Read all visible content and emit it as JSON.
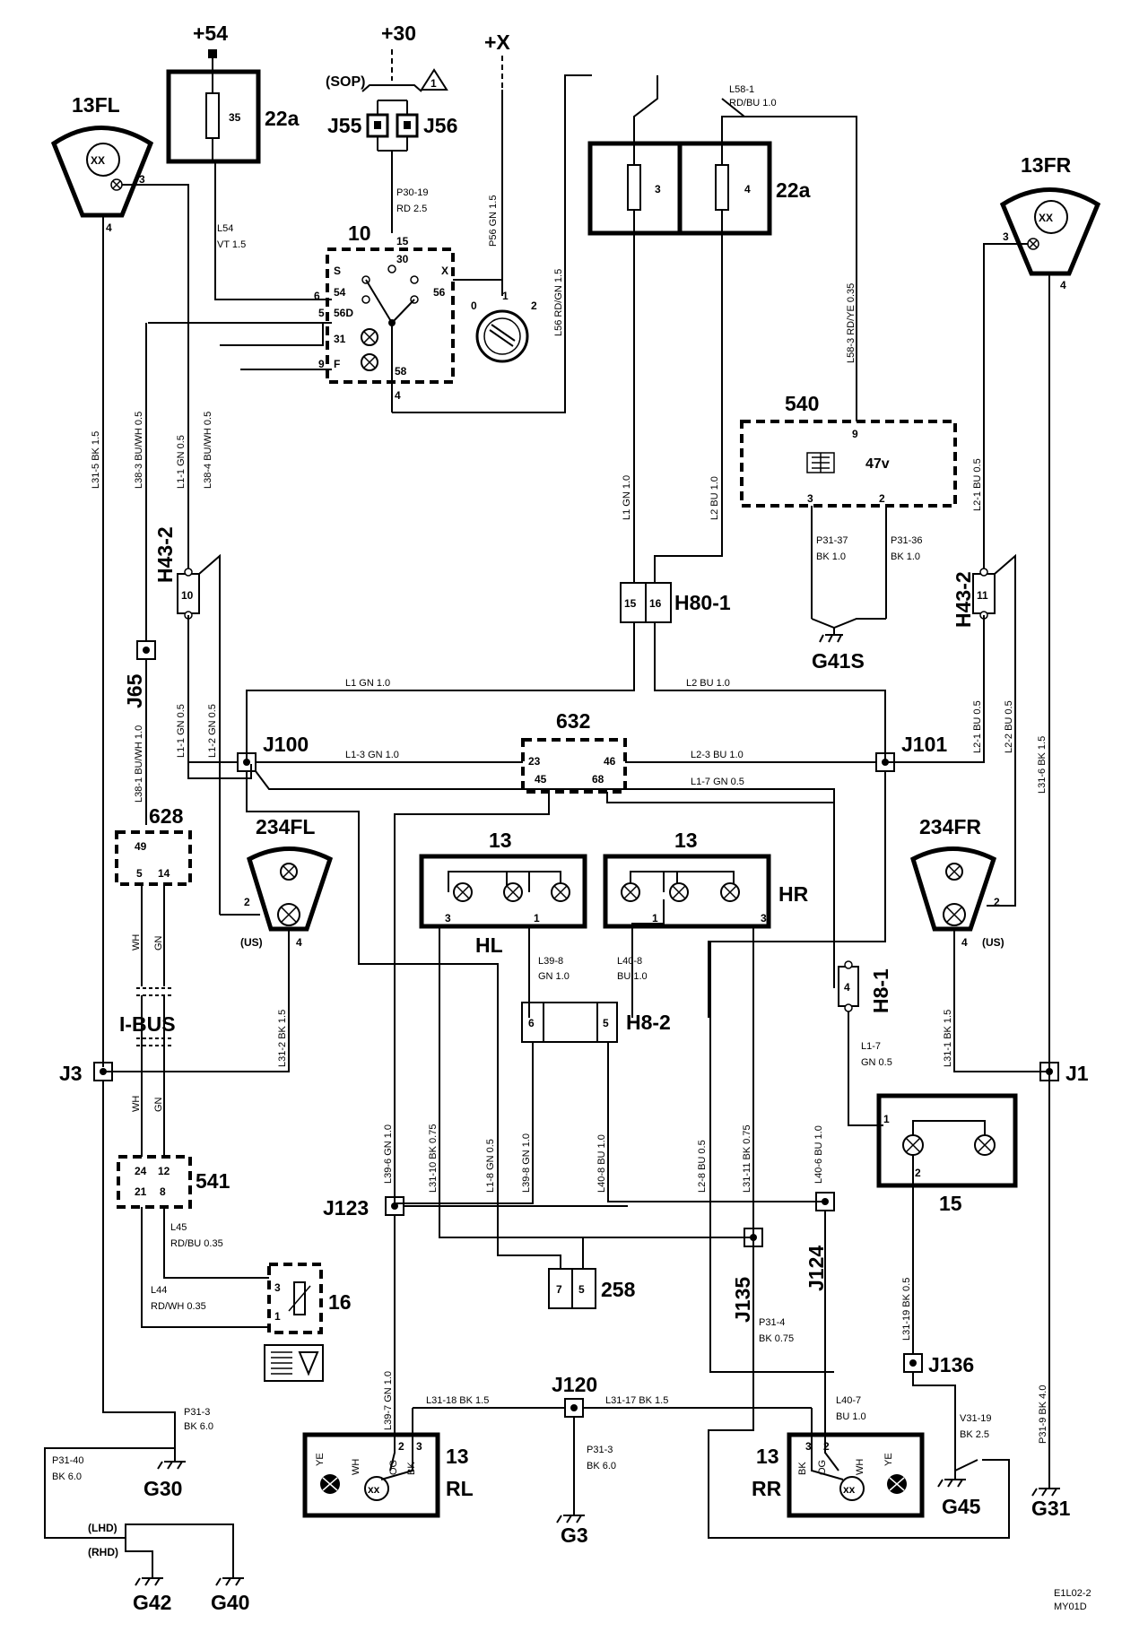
{
  "diagram": {
    "supplies": {
      "p54": "+54",
      "p30": "+30",
      "px": "+X"
    },
    "fusebox_a": {
      "label": "22a",
      "fuse": "35"
    },
    "fusebox_b": {
      "label": "22a",
      "fuse_left": "3",
      "fuse_right": "4"
    },
    "sop": "(SOP)",
    "warning_number": "1",
    "j55": "J55",
    "j56": "J56",
    "switch": {
      "number": "10",
      "pins": {
        "p15": "15",
        "p30": "30",
        "s": "S",
        "x": "X",
        "p54": "54",
        "p56": "56",
        "p56d": "56D",
        "p31": "31",
        "f": "F",
        "p58": "58",
        "p6": "6",
        "p5": "5",
        "p9": "9",
        "p4": "4"
      },
      "knob": {
        "k0": "0",
        "k1": "1",
        "k2": "2"
      }
    },
    "lamp_13fl": {
      "label": "13FL",
      "bulb": "XX",
      "pin3": "3",
      "pin4": "4"
    },
    "lamp_13fr": {
      "label": "13FR",
      "bulb": "XX",
      "pin3": "3",
      "pin4": "4"
    },
    "module_540": {
      "label": "540",
      "code": "47v",
      "pin9": "9",
      "pin3": "3",
      "pin2": "2"
    },
    "module_632": {
      "label": "632",
      "pin23": "23",
      "pin45": "45",
      "pin46": "46",
      "pin68": "68"
    },
    "module_628": {
      "label": "628",
      "pin49": "49",
      "pin5": "5",
      "pin14": "14"
    },
    "module_541": {
      "label": "541",
      "pin24": "24",
      "pin12": "12",
      "pin21": "21",
      "pin8": "8"
    },
    "comp_16": {
      "label": "16",
      "pin3": "3",
      "pin1": "1"
    },
    "lamp_234fl": {
      "label": "234FL",
      "pin2": "2",
      "pin4": "4",
      "us": "(US)"
    },
    "lamp_234fr": {
      "label": "234FR",
      "pin2": "2",
      "pin4": "4",
      "us": "(US)"
    },
    "rear_13_left": {
      "label": "13",
      "side": "HL",
      "pin3": "3",
      "pin1": "1"
    },
    "rear_13_right": {
      "label": "13",
      "side": "HR",
      "pin1": "1",
      "pin3": "3"
    },
    "lamp_15": {
      "label": "15",
      "pin1": "1",
      "pin2": "2"
    },
    "rl": {
      "label": "13",
      "side": "RL",
      "ye": "YE",
      "wh": "WH",
      "og": "OG",
      "bk": "BK",
      "p2": "2",
      "p3": "3"
    },
    "rr": {
      "label": "13",
      "side": "RR",
      "ye": "YE",
      "wh": "WH",
      "og": "OG",
      "bk": "BK",
      "p2": "2",
      "p3": "3"
    },
    "connectors": {
      "h43_2_left": {
        "label": "H43-2",
        "pin": "10"
      },
      "h43_2_right": {
        "label": "H43-2",
        "pin": "11"
      },
      "h80_1": {
        "label": "H80-1",
        "pin15": "15",
        "pin16": "16"
      },
      "h8_1": {
        "label": "H8-1",
        "pin": "4"
      },
      "h8_2": {
        "label": "H8-2",
        "pin6": "6",
        "pin5": "5"
      },
      "c258": {
        "label": "258",
        "pin7": "7",
        "pin5": "5"
      }
    },
    "junctions": {
      "j65": "J65",
      "j100": "J100",
      "j101": "J101",
      "j3": "J3",
      "j1": "J1",
      "j123": "J123",
      "j124": "J124",
      "j135": "J135",
      "j120": "J120",
      "j136": "J136"
    },
    "grounds": {
      "g41s": "G41S",
      "g30": "G30",
      "g3": "G3",
      "g45": "G45",
      "g31": "G31",
      "g42": "G42",
      "g40": "G40"
    },
    "ibus": "I-BUS",
    "lhd": "(LHD)",
    "rhd": "(RHD)",
    "wires": {
      "p30_19_a": "P30-19",
      "p30_19_b": "RD   2.5",
      "l54_a": "L54",
      "l54_b": "VT    1.5",
      "p56": "P56    GN    1.5",
      "l56": "L56    RD/GN   1.5",
      "l58_1_a": "L58-1",
      "l58_1_b": "RD/BU  1.0",
      "l58_3": "L58-3    RD/YE  0.35",
      "l1": "L1    GN    1.0",
      "l2": "L2    BU    1.0",
      "p31_37_a": "P31-37",
      "p31_37_b": "BK  1.0",
      "p31_36_a": "P31-36",
      "p31_36_b": "BK  1.0",
      "l31_5": "L31-5    BK    1.5",
      "l38_3": "L38-3    BU/WH    0.5",
      "l1_1": "L1-1    GN    0.5",
      "l38_4": "L38-4    BU/WH    0.5",
      "l2_1_top": "L2-1    BU    0.5",
      "l31_6": "L31-6    BK    1.5",
      "l1_1_low": "L1-1    GN    0.5",
      "l1_2": "L1-2    GN    0.5",
      "l38_1": "L38-1    BU/WH    1.0",
      "l1_h": "L1    GN    1.0",
      "l2_h": "L2    BU    1.0",
      "l1_3": "L1-3    GN    1.0",
      "l2_3": "L2-3    BU    1.0",
      "l1_7": "L1-7    GN    0.5",
      "l2_1_low": "L2-1    BU    0.5",
      "l2_2": "L2-2    BU    0.5",
      "wh": "WH",
      "gn": "GN",
      "l31_2": "L31-2    BK    1.5",
      "l31_1": "L31-1    BK    1.5",
      "l39_8_a": "L39-8",
      "l39_8_b": "GN  1.0",
      "l40_8_a": "L40-8",
      "l40_8_b": "BU  1.0",
      "l1_7_b_a": "L1-7",
      "l1_7_b_b": "GN    0.5",
      "l39_6": "L39-6    GN    1.0",
      "l31_10": "L31-10    BK    0.75",
      "l1_8": "L1-8    GN    0.5",
      "l39_8v": "L39-8    GN    1.0",
      "l40_8v": "L40-8    BU    1.0",
      "l2_8": "L2-8    BU    0.5",
      "l31_11": "L31-11    BK    0.75",
      "l40_6": "L40-6    BU    1.0",
      "l45_a": "L45",
      "l45_b": "RD/BU    0.35",
      "l44_a": "L44",
      "l44_b": "RD/WH    0.35",
      "p31_4_a": "P31-4",
      "p31_4_b": "BK   0.75",
      "l31_19": "L31-19    BK    0.5",
      "p31_9": "P31-9    BK    4.0",
      "l39_7": "L39-7    GN    1.0",
      "l31_18": "L31-18    BK    1.5",
      "l31_17": "L31-17    BK    1.5",
      "p31_3a_a": "P31-3",
      "p31_3a_b": "BK    6.0",
      "p31_3b_a": "P31-3",
      "p31_3b_b": "BK    6.0",
      "p31_40_a": "P31-40",
      "p31_40_b": "BK    6.0",
      "l40_7_a": "L40-7",
      "l40_7_b": "BU    1.0",
      "v31_19_a": "V31-19",
      "v31_19_b": "BK    2.5"
    },
    "footer_a": "E1L02-2",
    "footer_b": "MY01D"
  }
}
